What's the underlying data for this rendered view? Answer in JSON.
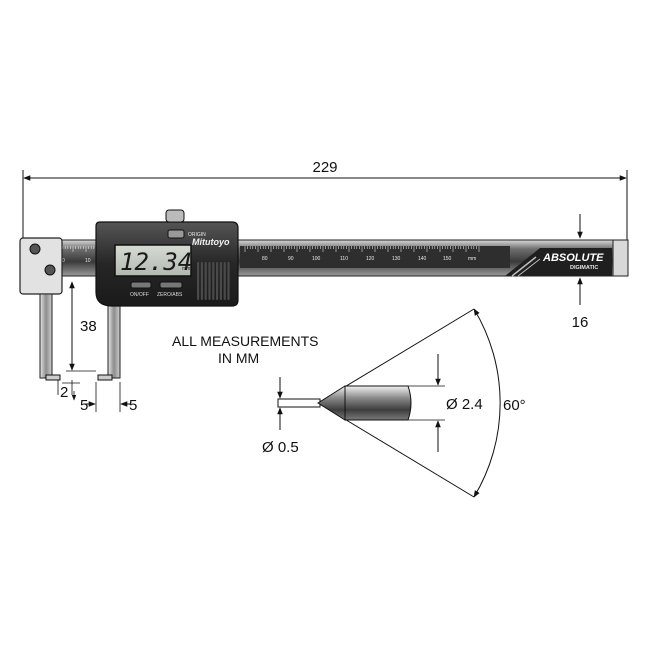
{
  "dimensions": {
    "overall_length": "229",
    "jaw_height": "38",
    "jaw_tip": "2",
    "jaw_width_left": "5",
    "jaw_width_right": "5",
    "beam_height": "16",
    "tip_large_diameter": "Ø 2.4",
    "tip_small_diameter": "Ø 0.5",
    "tip_angle": "60°"
  },
  "notes": {
    "line1": "ALL MEASUREMENTS",
    "line2": "IN MM"
  },
  "device": {
    "display_reading": "12.34",
    "display_unit": "mm",
    "brand": "Mitutoyo",
    "origin_label": "ORIGIN",
    "button_onoff": "ON/OFF",
    "button_zero": "ZERO/ABS",
    "series_title": "ABSOLUTE",
    "series_subtitle": "DIGIMATIC",
    "scale_unit": "mm",
    "scale_left": [
      "0",
      "10"
    ],
    "scale_right": [
      "80",
      "90",
      "100",
      "110",
      "120",
      "130",
      "140",
      "150"
    ]
  },
  "colors": {
    "body_dark": "#2c2c2c",
    "beam_mid": "#8a8a8a",
    "lcd_face": "#c7ccc4",
    "line": "#111111"
  }
}
